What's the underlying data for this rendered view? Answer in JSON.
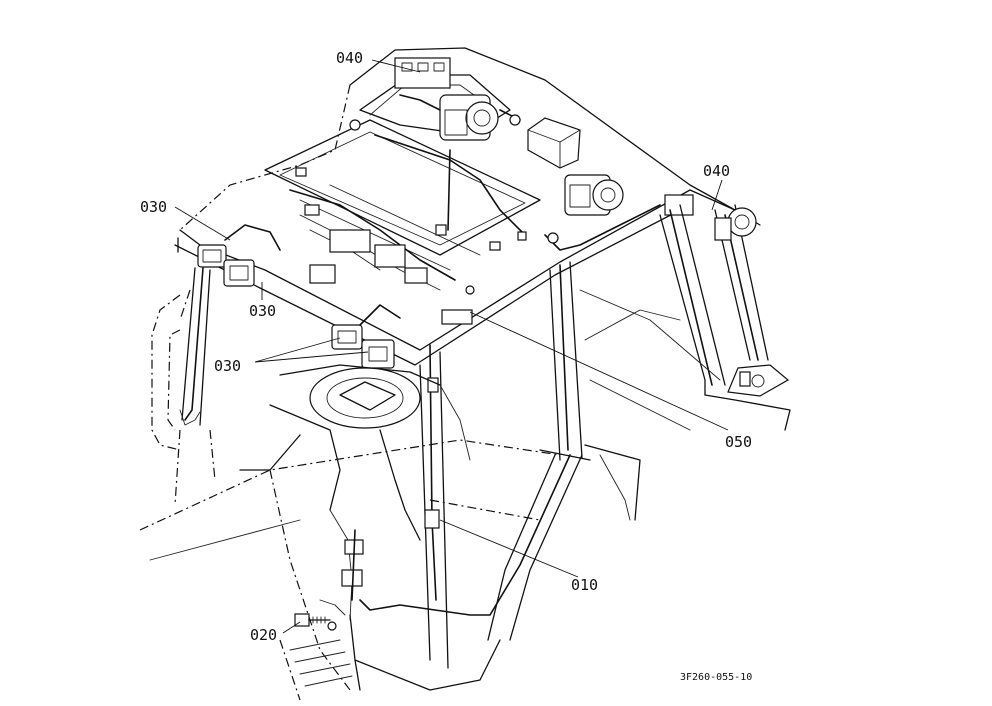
{
  "callouts": {
    "c040_top": "040",
    "c040_right": "040",
    "c030_upper": "030",
    "c030_mid": "030",
    "c030_lower": "030",
    "c050": "050",
    "c010": "010",
    "c020": "020"
  },
  "figure_code": "3F260-055-10"
}
